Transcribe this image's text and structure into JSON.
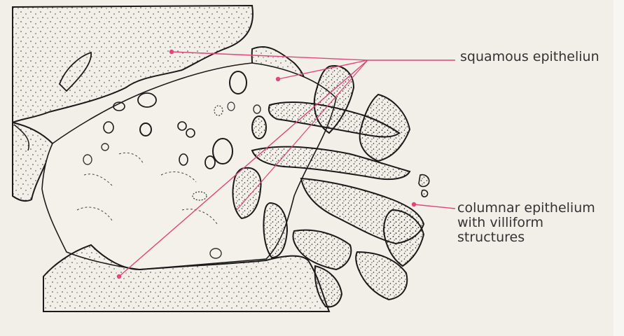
{
  "labels": {
    "squamous": "squamous epitheliun",
    "columnar": [
      "columnar epithelium",
      "with villiform",
      "structures"
    ]
  },
  "colors": {
    "leader_line": "#e0457b",
    "outline": "#1a1a1a",
    "background": "#f2efe8"
  }
}
